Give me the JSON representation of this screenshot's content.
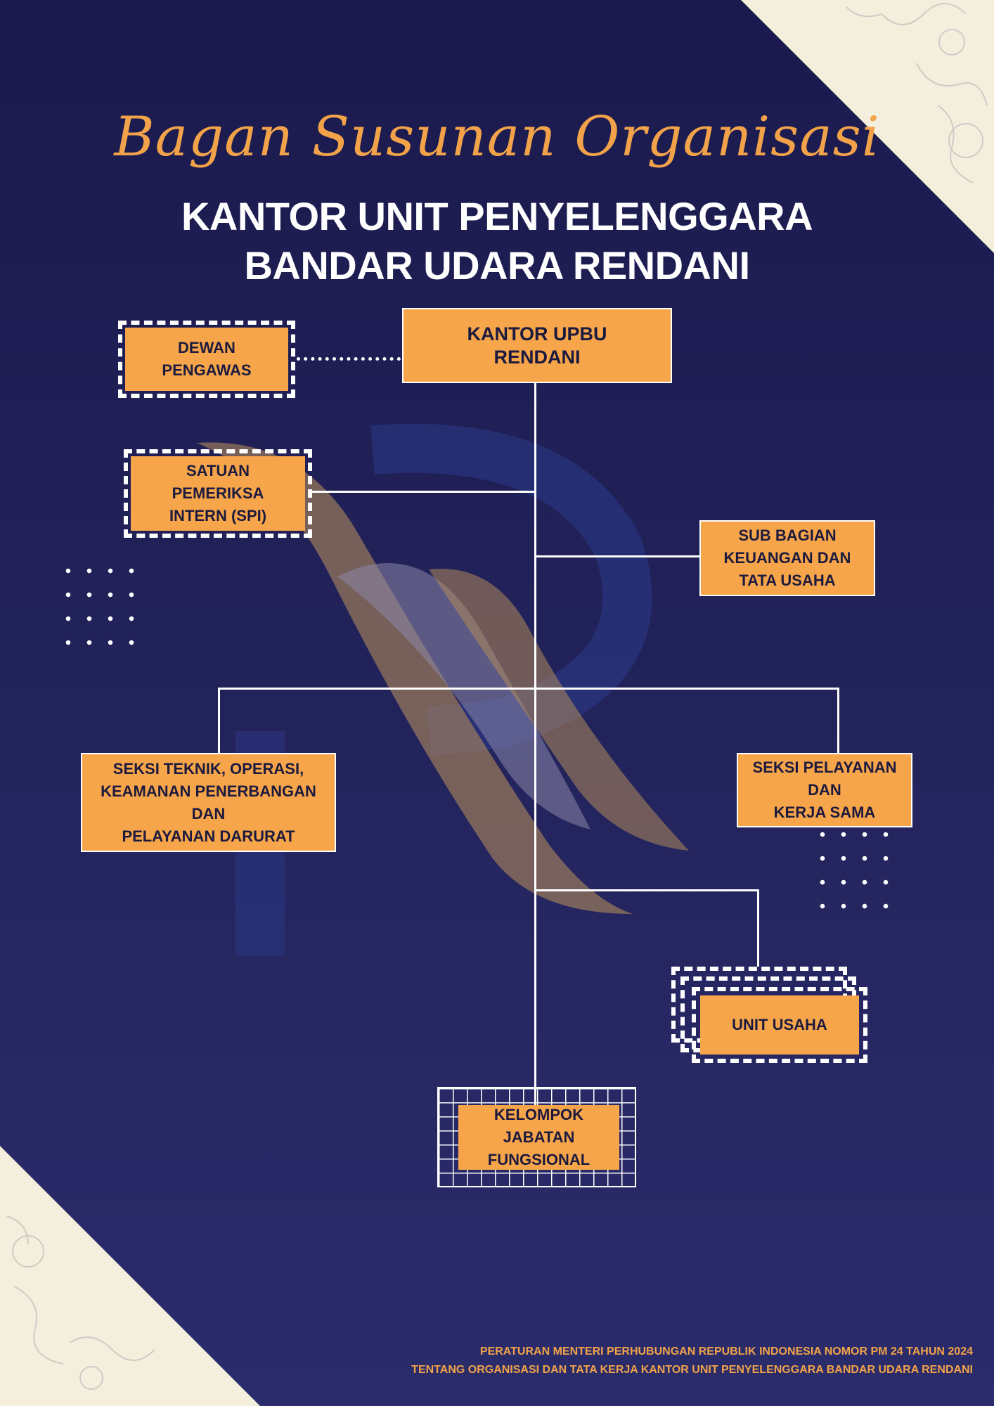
{
  "header": {
    "script_title": "Bagan Susunan Organisasi",
    "line1": "KANTOR UNIT PENYELENGGARA",
    "line2": "BANDAR UDARA RENDANI"
  },
  "nodes": {
    "kantor": "KANTOR UPBU\nRENDANI",
    "dewan": "DEWAN\nPENGAWAS",
    "spi": "SATUAN\nPEMERIKSA\nINTERN (SPI)",
    "subbag": "SUB BAGIAN\nKEUANGAN DAN\nTATA USAHA",
    "seksi_teknik": "SEKSI TEKNIK, OPERASI,\nKEAMANAN PENERBANGAN\nDAN\nPELAYANAN DARURAT",
    "seksi_pelayanan": "SEKSI PELAYANAN\nDAN\nKERJA SAMA",
    "unit_usaha": "UNIT USAHA",
    "kelompok": "KELOMPOK\nJABATAN\nFUNGSIONAL"
  },
  "footer": {
    "line1": "PERATURAN MENTERI PERHUBUNGAN REPUBLIK INDONESIA NOMOR PM 24 TAHUN 2024",
    "line2": "TENTANG ORGANISASI DAN TATA KERJA KANTOR UNIT PENYELENGGARA BANDAR UDARA RENDANI"
  },
  "colors": {
    "background": "#1b1a4d",
    "box": "#f6a54a",
    "accent": "#f2a34a",
    "corner": "#f4efdc"
  }
}
